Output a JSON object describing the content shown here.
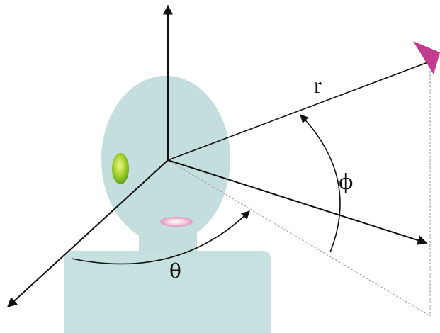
{
  "labels": {
    "r": "r",
    "phi": "ϕ",
    "theta": "θ"
  },
  "colors": {
    "head": "#c3dedd",
    "torso": "#c6e1df",
    "eye": "#8cc21e",
    "mouth": "#e8a6c9",
    "source": "#c43c8f",
    "axis": "#111111",
    "projection": "#9a9a9a"
  },
  "icons": {
    "source": "triangle-source-icon",
    "eye": "green-ellipse-icon",
    "mouth": "pink-ellipse-icon"
  }
}
